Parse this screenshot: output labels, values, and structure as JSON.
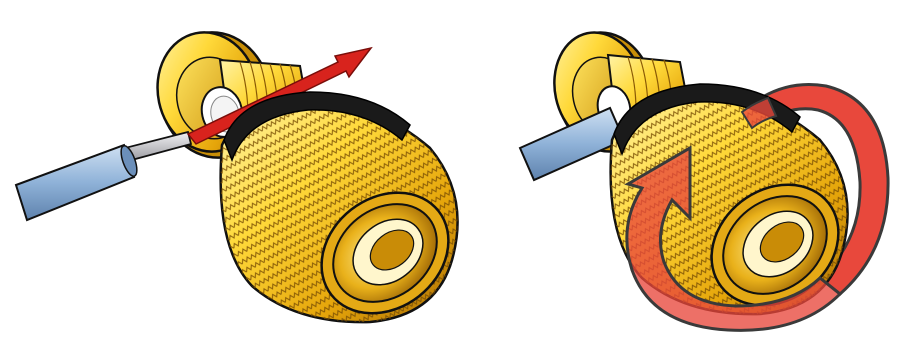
{
  "panels": [
    {
      "id": "left",
      "step": "insert-wire",
      "arrow": "straight",
      "colors": {
        "arrow": "#d8231d",
        "wire_jacket": "#8fb2d8",
        "wire_core": "#c8c8cc"
      }
    },
    {
      "id": "right",
      "step": "tighten-nut",
      "arrow": "rotation",
      "colors": {
        "arrow": "#e8483c",
        "wire_jacket": "#8fb2d8",
        "wire_core": "#c8c8cc"
      }
    }
  ],
  "palette": {
    "brass_light": "#ffe66a",
    "brass_mid": "#f2b90f",
    "brass_dark": "#b77a06",
    "outline": "#111111",
    "oring": "#1a1a1a",
    "background": "#ffffff"
  }
}
